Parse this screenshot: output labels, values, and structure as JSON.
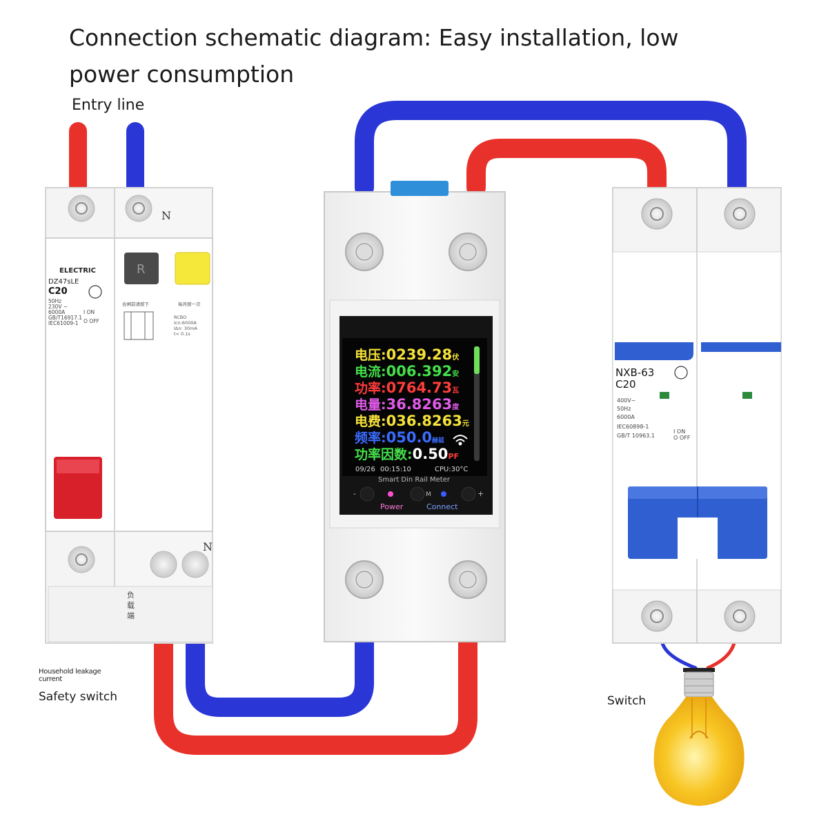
{
  "title": "Connection schematic diagram: Easy installation, low power consumption",
  "labels": {
    "entry_line": "Entry line",
    "household_leakage": "Household leakage current",
    "safety_switch": "Safety switch",
    "switch": "Switch",
    "neutral_top": "N",
    "neutral_bottom": "N"
  },
  "rcbo": {
    "brand": "ELECTRIC",
    "model": "DZ47sLE",
    "rating": "C20",
    "specs": [
      "50Hz",
      "230V ~",
      "6000A",
      "GB/T16917.1",
      "IEC61009-1"
    ],
    "reset_button": "R",
    "reset_caption": "合闸前请按下",
    "test_caption": "每月按一次",
    "rcbo_specs": [
      "RCBO",
      "Icn:6000A",
      "IΔn: 30mA",
      "t< 0.1s"
    ],
    "on_label": "I ON",
    "off_label": "O OFF",
    "load_side": [
      "负",
      "载",
      "端"
    ]
  },
  "meter": {
    "rows": [
      {
        "label": "电压:",
        "value": "0239.28",
        "unit": "伏",
        "color": "#f5e23a"
      },
      {
        "label": "电流:",
        "value": "006.392",
        "unit": "安",
        "color": "#44e04a"
      },
      {
        "label": "功率:",
        "value": "0764.73",
        "unit": "瓦",
        "color": "#ff3c3c"
      },
      {
        "label": "电量:",
        "value": "36.8263",
        "unit": "度",
        "color": "#e05ae8"
      },
      {
        "label": "电费:",
        "value": "036.8263",
        "unit": "元",
        "color": "#f5e23a"
      },
      {
        "label": "频率:",
        "value": "050.0",
        "unit": "赫兹",
        "color": "#3a6cff"
      },
      {
        "label": "功率因数:",
        "value": "0.50",
        "unit": "PF",
        "color": "#ffffff"
      }
    ],
    "status_date": "09/26",
    "status_time": "00:15:10",
    "status_cpu": "CPU:30°C",
    "product_name": "Smart Din Rail Meter",
    "minus": "-",
    "mode": "M",
    "plus": "+",
    "power_label": "Power",
    "connect_label": "Connect"
  },
  "breaker": {
    "model": "NXB-63",
    "rating": "C20",
    "specs": [
      "400V~",
      "50Hz",
      "6000A",
      "IEC60898-1",
      "GB/T 10963.1"
    ],
    "on_label": "I ON",
    "off_label": "O OFF"
  },
  "colors": {
    "live_wire": "#e8312a",
    "neutral_wire": "#2a36d6",
    "breaker_blue": "#2f5fd0",
    "handle_red": "#d8202a",
    "bulb": "#f7c21e"
  }
}
